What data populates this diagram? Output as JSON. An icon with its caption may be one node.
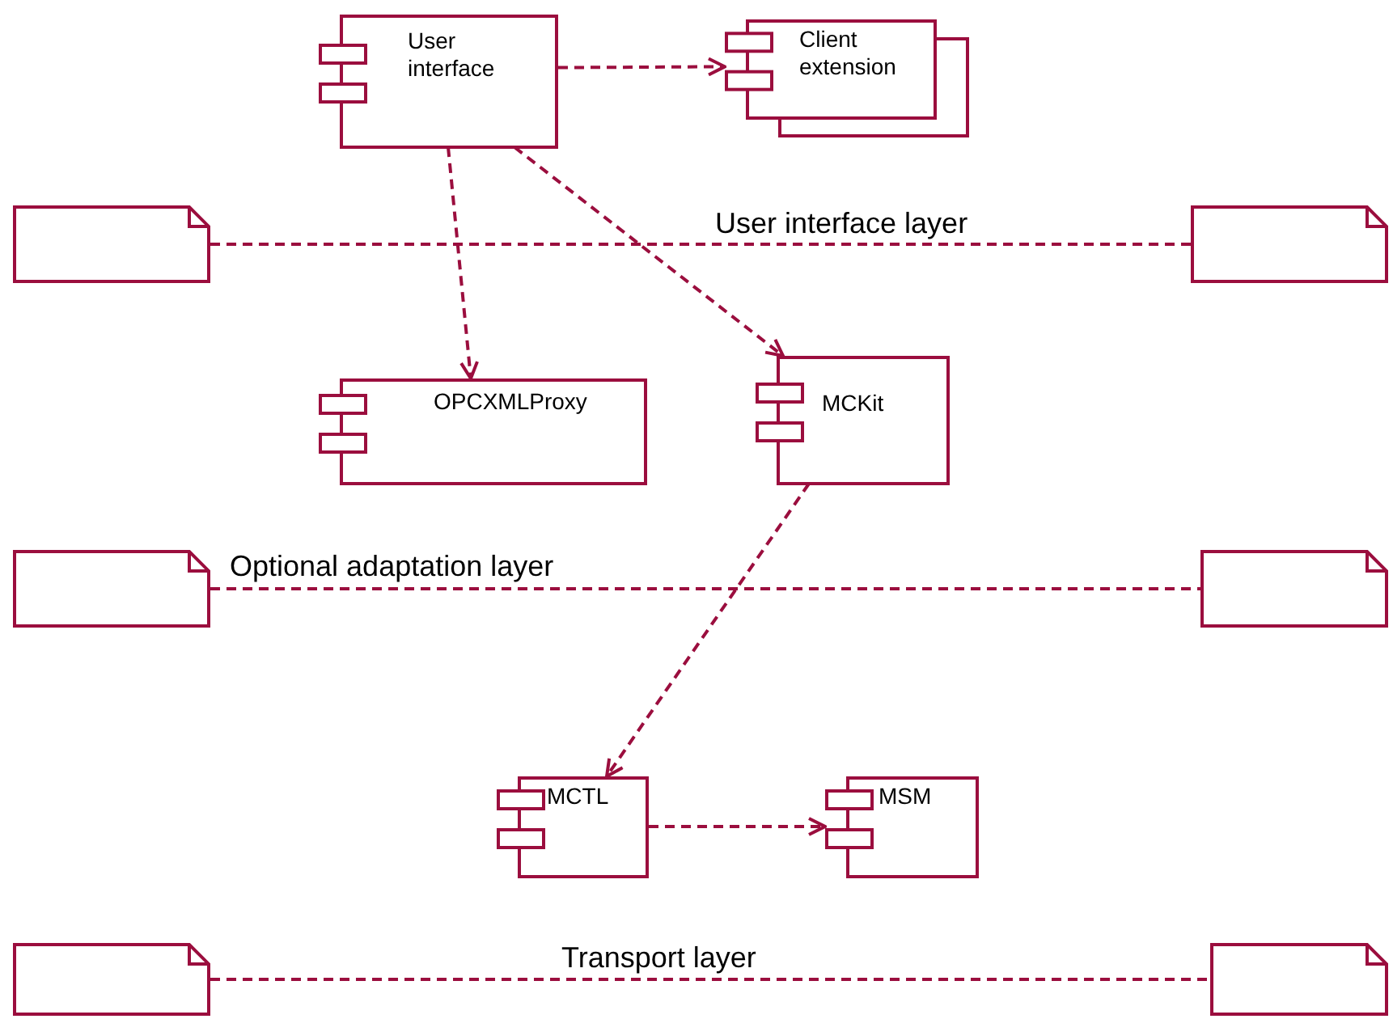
{
  "diagram": {
    "nodes": [
      {
        "text": [
          "User interface"
        ]
      },
      {
        "text": [
          "Client extension"
        ]
      },
      {
        "text": [],
        "shape": "note"
      },
      {
        "text": [],
        "shape": "note"
      },
      {
        "text": [
          "OPCXMLProxy"
        ]
      },
      {
        "text": [
          "MCKit"
        ]
      },
      {
        "text": [],
        "shape": "note"
      },
      {
        "text": [],
        "shape": "note"
      },
      {
        "text": [
          "MCTL"
        ]
      },
      {
        "text": [
          "MSM"
        ]
      },
      {
        "text": [],
        "shape": "note"
      },
      {
        "text": [],
        "shape": "note"
      }
    ],
    "edges": [
      {
        "from": 0,
        "to": 1,
        "arrow": "to",
        "style": "dashed"
      },
      {
        "from": 2,
        "to": 3,
        "arrow": "none",
        "style": "dashed",
        "label": "User interface layer"
      },
      {
        "from": 0,
        "to": 4,
        "arrow": "to",
        "style": "dashed"
      },
      {
        "from": 0,
        "to": 5,
        "arrow": "to",
        "style": "dashed"
      },
      {
        "from": 6,
        "to": 7,
        "arrow": "none",
        "style": "dashed",
        "label": "Optional adaptation layer"
      },
      {
        "from": 5,
        "to": 8,
        "arrow": "to",
        "style": "dashed"
      },
      {
        "from": 8,
        "to": 9,
        "arrow": "to",
        "style": "dashed"
      },
      {
        "from": 10,
        "to": 11,
        "arrow": "none",
        "style": "dashed",
        "label": "Transport layer"
      }
    ]
  }
}
